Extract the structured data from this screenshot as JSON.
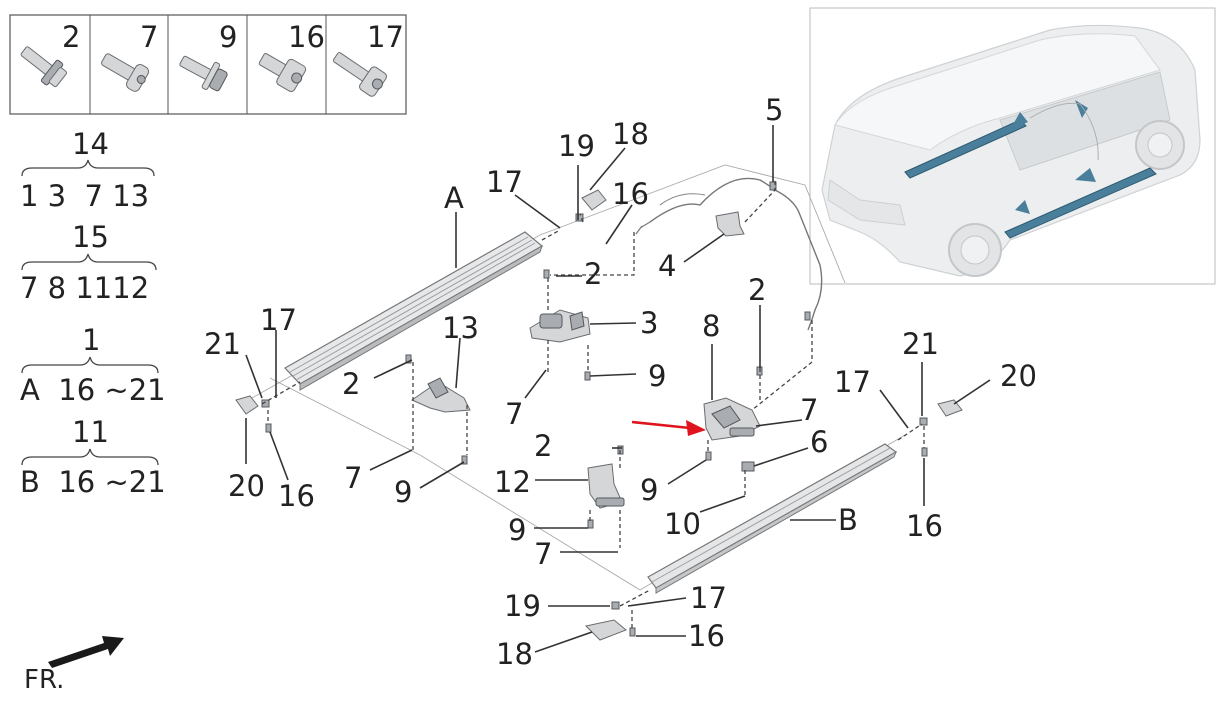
{
  "fastener_box": {
    "cells": [
      {
        "number": "2",
        "icon": "flange-bolt-icon"
      },
      {
        "number": "7",
        "icon": "torx-bolt-icon"
      },
      {
        "number": "9",
        "icon": "washer-bolt-icon"
      },
      {
        "number": "16",
        "icon": "socket-cap-screw-icon"
      },
      {
        "number": "17",
        "icon": "socket-cap-screw-long-icon"
      }
    ]
  },
  "kit_legend": [
    {
      "group": "14",
      "parts": "1 3  7 13"
    },
    {
      "group": "15",
      "parts": "7 8 1112"
    },
    {
      "group": "1",
      "parts": "A  16 ~21"
    },
    {
      "group": "11",
      "parts": "B  16 ~21"
    }
  ],
  "callouts": {
    "c_a": "A",
    "c_b": "B",
    "c2a": "2",
    "c2b": "2",
    "c2c": "2",
    "c2d": "2",
    "c3": "3",
    "c4": "4",
    "c5": "5",
    "c6": "6",
    "c7a": "7",
    "c7b": "7",
    "c7c": "7",
    "c7d": "7",
    "c8": "8",
    "c9a": "9",
    "c9b": "9",
    "c9c": "9",
    "c9d": "9",
    "c10": "10",
    "c12": "12",
    "c13": "13",
    "c16a": "16",
    "c16b": "16",
    "c16c": "16",
    "c16d": "16",
    "c17a": "17",
    "c17b": "17",
    "c17c": "17",
    "c17d": "17",
    "c18a": "18",
    "c18b": "18",
    "c19a": "19",
    "c19b": "19",
    "c20a": "20",
    "c20b": "20",
    "c21a": "21",
    "c21b": "21"
  },
  "direction": {
    "label": "FR."
  },
  "highlight": {
    "arrow_color": "#e0141e",
    "target": "8"
  },
  "vehicle_inset": {
    "icon": "suv-vehicle-icon",
    "highlight_color": "#4a7f9c"
  }
}
